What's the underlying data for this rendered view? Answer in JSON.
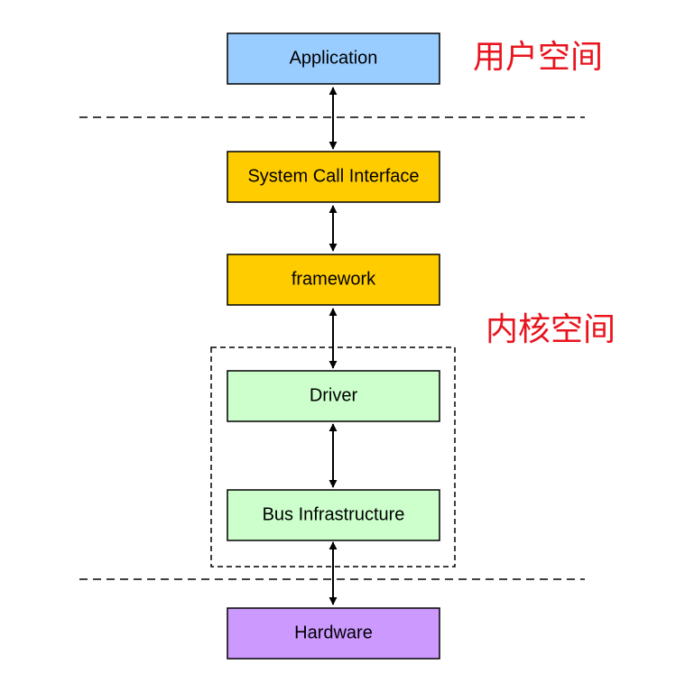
{
  "regions": {
    "user_space": "用户空间",
    "kernel_space": "内核空间"
  },
  "layers": [
    {
      "id": "application",
      "label": "Application",
      "color": "#99ccff"
    },
    {
      "id": "syscall",
      "label": "System Call Interface",
      "color": "#ffcc00"
    },
    {
      "id": "framework",
      "label": "framework",
      "color": "#ffcc00"
    },
    {
      "id": "driver",
      "label": "Driver",
      "color": "#ccffcc"
    },
    {
      "id": "bus",
      "label": "Bus Infrastructure",
      "color": "#ccffcc"
    },
    {
      "id": "hardware",
      "label": "Hardware",
      "color": "#cc99ff"
    }
  ],
  "colors": {
    "region_label": "#e8141e",
    "stroke": "#000000"
  }
}
